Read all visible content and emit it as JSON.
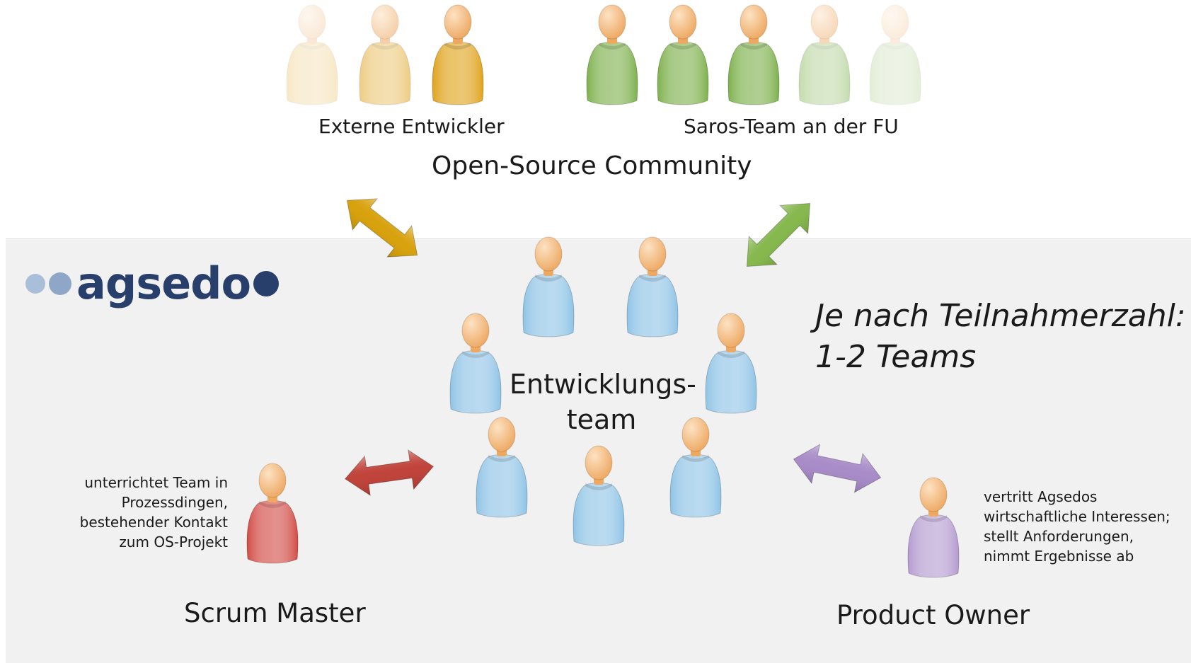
{
  "logo": {
    "text": "agsedo",
    "color": "#283f6b",
    "dot_colors": [
      "#a9bed8",
      "#8ea7c8",
      "#283f6b"
    ]
  },
  "top": {
    "external_label": "Externe Entwickler",
    "saros_label": "Saros-Team an der FU",
    "community_label": "Open-Source Community"
  },
  "team": {
    "label": "Entwicklungs-\nteam"
  },
  "note": {
    "text": "Je nach Teilnahmerzahl:\n1-2 Teams"
  },
  "scrum_master": {
    "label": "Scrum Master",
    "description": "unterrichtet Team in\nProzessdingen,\nbestehender Kontakt\nzum OS-Projekt"
  },
  "product_owner": {
    "label": "Product Owner",
    "description": "vertritt Agsedos\nwirtschaftliche Interessen;\nstellt Anforderungen,\nnimmt Ergebnisse ab"
  },
  "colors": {
    "external": "#e0a21a",
    "saros": "#7db04c",
    "team": "#8ec3e6",
    "scrum_master": "#d24a44",
    "product_owner": "#b49ad0",
    "head": "#eda862",
    "arrow_external": "#d8a20e",
    "arrow_saros": "#86b84e",
    "arrow_scrum": "#c0443c",
    "arrow_po": "#a88cc8"
  }
}
